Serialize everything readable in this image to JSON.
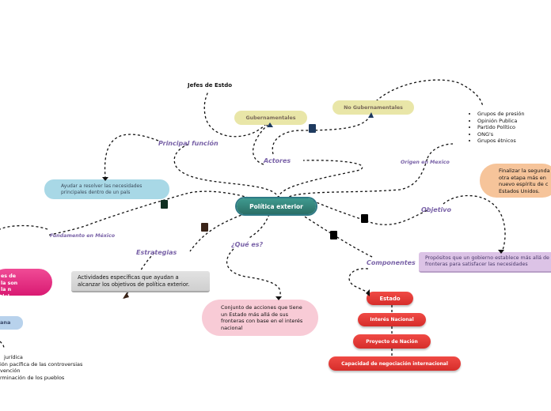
{
  "center": {
    "label": "Política exterior"
  },
  "actores": {
    "label": "Actores",
    "gubernamentales": "Gubernamentales",
    "no_gubernamentales": "No Gubernamentales",
    "jefes": "Jefes de Estdo",
    "grupos": [
      "Grupos de presión",
      "Opinión Publica",
      "Partido Político",
      "ONG's",
      "Grupos étnicos"
    ]
  },
  "principal_funcion": {
    "label": "Principal función",
    "text": "Ayudar a resolver las necesidades principales dentro de un país"
  },
  "origen": {
    "label": "Origen en Mexico",
    "text": "Finalizar la segunda otra etapa más en nuevo espíritu de c Estados Unidos."
  },
  "objetivo": {
    "label": "Objetivo",
    "text": "Propósitos que un gobierno establece más allá de s fronteras para satisfacer las necesidades"
  },
  "fundamento": {
    "label": "Fundamento en México",
    "pink_text": "es de la son la n del país",
    "blue_text": "ana",
    "list": [
      "jurídica",
      "ión pacífica de las controversias",
      "vención",
      "rminación de los pueblos"
    ]
  },
  "estrategias": {
    "label": "Estrategias",
    "text": "Actividades específicas que ayudan a alcanzar los objetivos de política exterior."
  },
  "que_es": {
    "label": "¿Qué es?",
    "text": "Conjunto de acciones que tiene un Estado más allá de sus fronteras con base en el interés nacional"
  },
  "componentes": {
    "label": "Componentes",
    "items": [
      "Estado",
      "Interés Nacional",
      "Proyecto de Nación",
      "Capacidad de negociación internacional"
    ]
  },
  "colors": {
    "center": "#2e7d74",
    "yellow": "#e9e6a8",
    "blue": "#a8d8e6",
    "peach": "#f6c49a",
    "lavender": "#dcc3e6",
    "pink": "#f8cbd6",
    "gray": "#d9d9d9",
    "magenta": "#e0267f",
    "red": "#e53935",
    "label_purple": "#7a63a8"
  }
}
